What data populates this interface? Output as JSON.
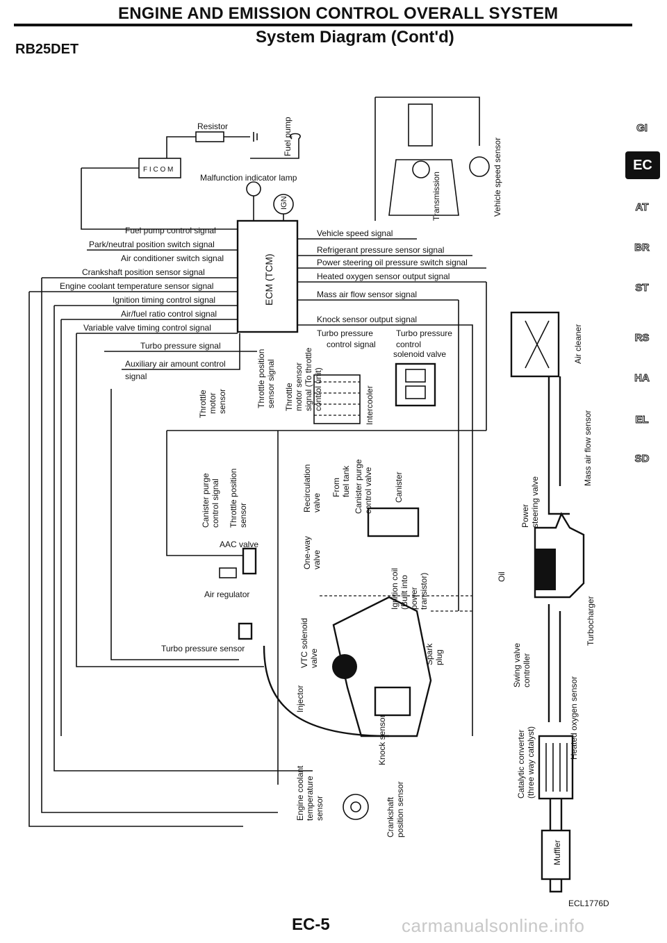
{
  "header": {
    "title": "ENGINE AND EMISSION CONTROL OVERALL SYSTEM",
    "subtitle": "System Diagram (Cont'd)",
    "model": "RB25DET"
  },
  "sidebar": {
    "tabs": [
      "GI",
      "EC",
      "AT",
      "BR",
      "ST",
      "RS",
      "HA",
      "EL",
      "SD"
    ],
    "active": "EC"
  },
  "diagram": {
    "ecm_label": "ECM (TCM)",
    "fico_label": "F I C O M",
    "left_signals": [
      "Fuel pump control signal",
      "Park/neutral position switch signal",
      "Air conditioner switch signal",
      "Crankshaft position sensor signal",
      "Engine coolant temperature sensor signal",
      "Ignition timing control signal",
      "Air/fuel ratio control signal",
      "Variable valve timing control signal",
      "Turbo pressure signal",
      "Auxiliary air amount control",
      "signal"
    ],
    "right_signals": [
      "Vehicle speed signal",
      "Refrigerant pressure sensor signal",
      "Power steering oil pressure switch signal",
      "Heated oxygen sensor output signal",
      "Mass air flow sensor signal",
      "Knock sensor output signal",
      "Turbo pressure",
      "control signal"
    ],
    "components": {
      "resistor": "Resistor",
      "fuel_pump": "Fuel pump",
      "mil": "Malfunction indicator lamp",
      "ign": "IGN",
      "transmission": "Transmission",
      "vss": "Vehicle speed sensor",
      "tp_solenoid": "Turbo pressure control solenoid valve",
      "air_cleaner": "Air cleaner",
      "maf": "Mass air flow sensor",
      "throttle_motor_sensor": "Throttle motor sensor",
      "throttle_position_sensor_signal": "Throttle position sensor signal",
      "throttle_motor_sensor_signal": "Throttle motor sensor signal (To throttle control unit)",
      "intercooler": "Intercooler",
      "canister_purge_control_signal": "Canister purge control signal",
      "throttle_position_sensor": "Throttle position sensor",
      "recirculation_valve": "Recirculation valve",
      "from_fuel_tank": "From fuel tank",
      "canister_purge_control_valve": "Canister purge control valve",
      "canister": "Canister",
      "power_steering_valve": "Power steering valve",
      "aac_valve": "AAC valve",
      "air_regulator": "Air regulator",
      "one_way_valve": "One-way valve",
      "ignition_coil": "Ignition coil (Built into power transistor)",
      "oil": "Oil",
      "turbocharger": "Turbocharger",
      "turbo_pressure_sensor": "Turbo pressure sensor",
      "vtc_solenoid": "VTC solenoid valve",
      "spark_plug": "Spark plug",
      "swing_valve_controller": "Swing valve controller",
      "ho2s": "Heated oxygen sensor",
      "injector": "Injector",
      "ect_sensor": "Engine coolant temperature sensor",
      "knock_sensor": "Knock sensor",
      "ckp_sensor": "Crankshaft position sensor",
      "catalytic": "Catalytic converter (three way catalyst)",
      "muffler": "Muffler"
    }
  },
  "footer": {
    "figure_code": "ECL1776D",
    "page": "EC-5",
    "watermark": "carmanualsonline.info"
  }
}
